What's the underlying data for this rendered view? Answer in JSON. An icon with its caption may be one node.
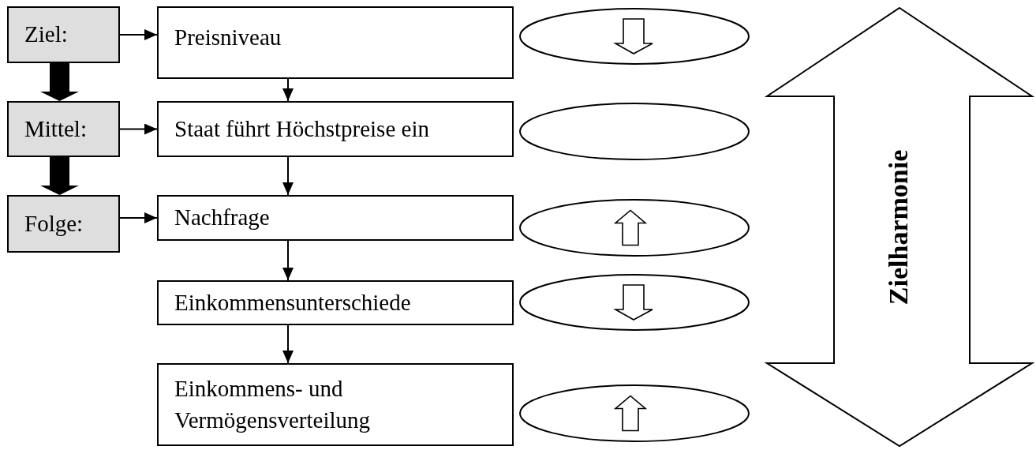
{
  "diagram": {
    "nodes": [
      {
        "text": [
          "Ziel:"
        ]
      },
      {
        "text": [
          "Preisniveau"
        ]
      },
      {
        "text": [],
        "shape": "ellipse"
      },
      {
        "text": [
          "Mittel:"
        ]
      },
      {
        "text": [
          "Staat führt Höchstpreise ein"
        ]
      },
      {
        "text": [],
        "shape": "ellipse"
      },
      {
        "text": [
          "Folge:"
        ]
      },
      {
        "text": [
          "Nachfrage"
        ]
      },
      {
        "text": [],
        "shape": "ellipse"
      },
      {
        "text": [
          "Einkommensunterschiede"
        ]
      },
      {
        "text": [],
        "shape": "ellipse"
      },
      {
        "text": [
          "Einkommens- und Vermögensverteilung"
        ]
      },
      {
        "text": [],
        "shape": "ellipse"
      },
      {
        "text": [
          "Zielharmonie"
        ]
      }
    ],
    "edges": [
      {
        "from": 0,
        "to": 1,
        "arrow": "to"
      },
      {
        "from": 3,
        "to": 4,
        "arrow": "to"
      },
      {
        "from": 6,
        "to": 7,
        "arrow": "to"
      },
      {
        "from": 1,
        "to": 4,
        "arrow": "to"
      },
      {
        "from": 4,
        "to": 7,
        "arrow": "to"
      },
      {
        "from": 7,
        "to": 9,
        "arrow": "to"
      },
      {
        "from": 9,
        "to": 11,
        "arrow": "to"
      },
      {
        "from": 0,
        "to": 3,
        "arrow": "to",
        "style": "thick"
      },
      {
        "from": 3,
        "to": 6,
        "arrow": "to",
        "style": "thick"
      }
    ]
  }
}
